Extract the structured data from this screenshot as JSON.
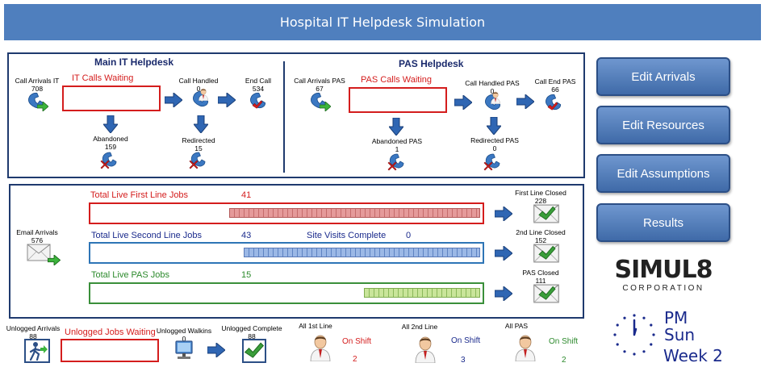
{
  "app": {
    "title": "Hospital IT Helpdesk Simulation"
  },
  "main_it": {
    "header": "Main IT Helpdesk",
    "call_arrivals": {
      "label": "Call Arrivals IT",
      "value": "708"
    },
    "calls_waiting": {
      "label": "IT Calls Waiting"
    },
    "call_handled": {
      "label": "Call Handled",
      "value": "0"
    },
    "end_call": {
      "label": "End Call",
      "value": "534"
    },
    "abandoned": {
      "label": "Abandoned",
      "value": "159"
    },
    "redirected": {
      "label": "Redirected",
      "value": "15"
    }
  },
  "pas": {
    "header": "PAS Helpdesk",
    "call_arrivals": {
      "label": "Call Arrivals PAS",
      "value": "67"
    },
    "calls_waiting": {
      "label": "PAS Calls Waiting"
    },
    "call_handled": {
      "label": "Call Handled PAS",
      "value": "0"
    },
    "end_call": {
      "label": "Call End PAS",
      "value": "66"
    },
    "abandoned": {
      "label": "Abandoned PAS",
      "value": "1"
    },
    "redirected": {
      "label": "Redirected PAS",
      "value": "0"
    }
  },
  "jobs": {
    "email_arrivals": {
      "label": "Email Arrivals",
      "value": "576"
    },
    "first_line": {
      "label": "Total Live First Line Jobs",
      "value": "41",
      "closed_label": "First Line Closed",
      "closed_value": "228"
    },
    "second_line": {
      "label": "Total Live Second Line Jobs",
      "value": "43",
      "closed_label": "2nd Line Closed",
      "closed_value": "152"
    },
    "site_visits": {
      "label": "Site Visits Complete",
      "value": "0"
    },
    "pas": {
      "label": "Total Live PAS Jobs",
      "value": "15",
      "closed_label": "PAS Closed",
      "closed_value": "111"
    }
  },
  "unlogged": {
    "arrivals": {
      "label": "Unlogged Arrivals",
      "value": "88"
    },
    "waiting": {
      "label": "Unlogged Jobs Waiting"
    },
    "walkins": {
      "label": "Unlogged Walkins",
      "value": "0"
    },
    "complete": {
      "label": "Unlogged Complete",
      "value": "88"
    }
  },
  "staff": [
    {
      "label": "All 1st Line",
      "on_shift": "On Shift",
      "count": "2",
      "color": "#d41d1d"
    },
    {
      "label": "All 2nd Line",
      "on_shift": "On Shift",
      "count": "3",
      "color": "#1a2a8c"
    },
    {
      "label": "All PAS",
      "on_shift": "On Shift",
      "count": "2",
      "color": "#2c8a2c"
    }
  ],
  "buttons": {
    "edit_arrivals": "Edit Arrivals",
    "edit_resources": "Edit Resources",
    "edit_assumptions": "Edit Assumptions",
    "results": "Results"
  },
  "brand": {
    "name": "SIMUL8",
    "sub": "CORPORATION"
  },
  "clock": {
    "period": "PM",
    "day": "Sun",
    "week": "Week 2"
  },
  "colors": {
    "title_bar": "#4f7fbe",
    "button": "#4f7fbe",
    "panel_border": "#1f3a6e"
  }
}
